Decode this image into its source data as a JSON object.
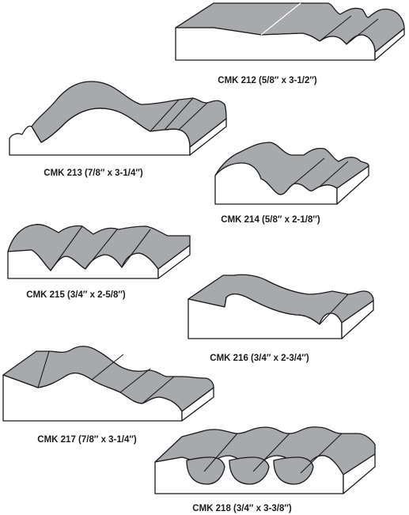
{
  "moldings": [
    {
      "id": "cmk-212",
      "label": "CMK 212  (5/8″ x 3-1/2″)"
    },
    {
      "id": "cmk-213",
      "label": "CMK 213  (7/8″ x 3-1/4″)"
    },
    {
      "id": "cmk-214",
      "label": "CMK 214  (5/8″ x 2-1/8″)"
    },
    {
      "id": "cmk-215",
      "label": "CMK 215  (3/4″ x 2-5/8″)"
    },
    {
      "id": "cmk-216",
      "label": "CMK 216  (3/4″ x 2-3/4″)"
    },
    {
      "id": "cmk-217",
      "label": "CMK 217  (7/8″ x 3-1/4″)"
    },
    {
      "id": "cmk-218",
      "label": "CMK 218  (3/4″ x 3-3/8″)"
    }
  ],
  "colors": {
    "profile_face": "#ffffff",
    "profile_top": "#a7a9ac",
    "outline": "#1a1a1a"
  }
}
